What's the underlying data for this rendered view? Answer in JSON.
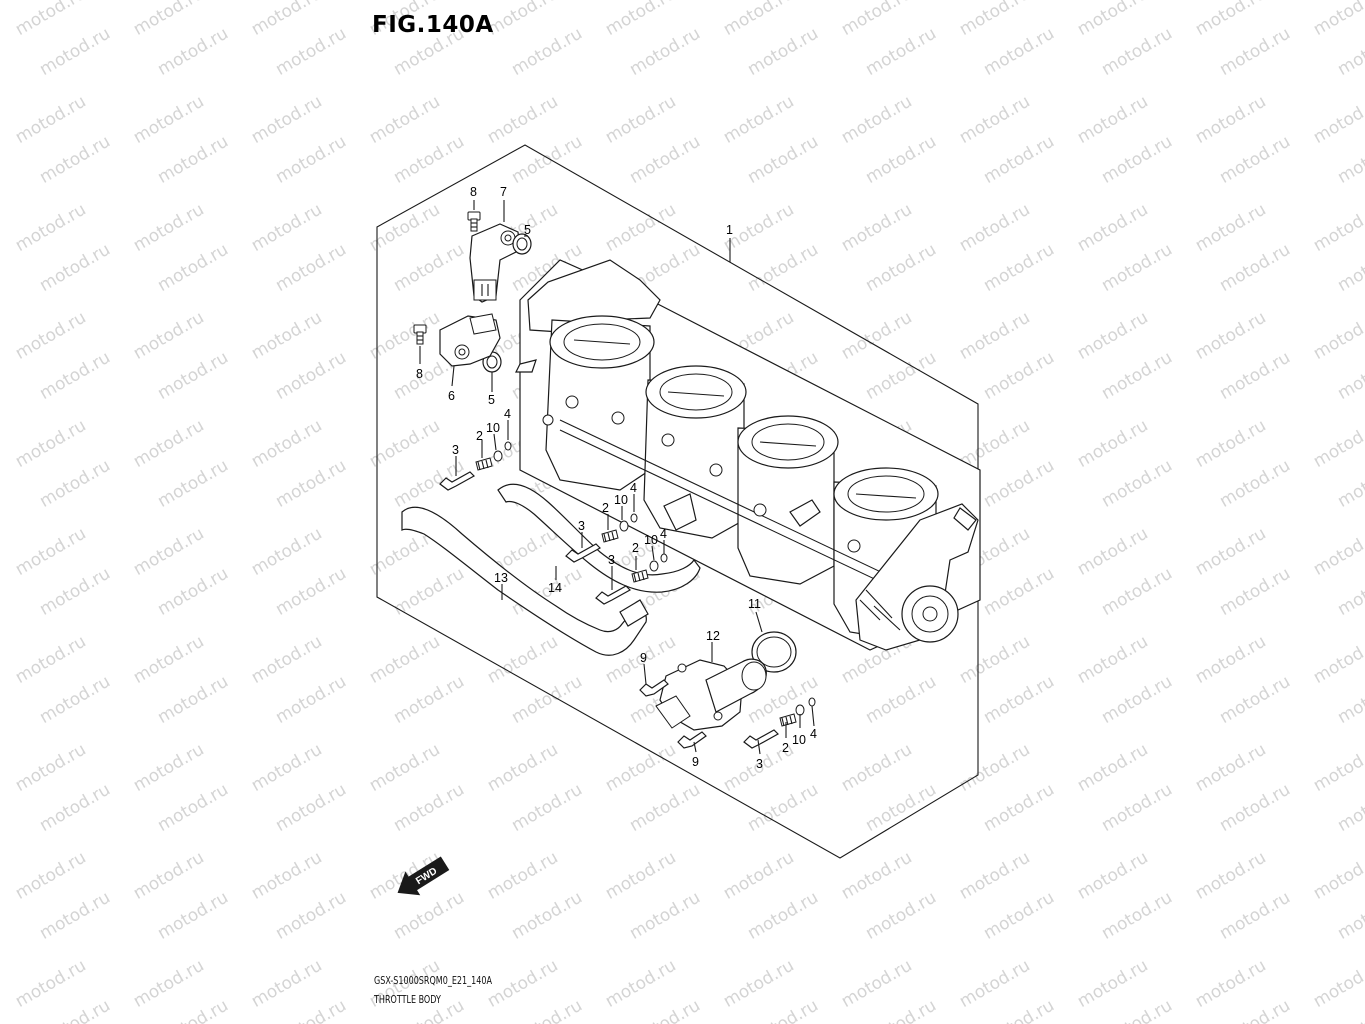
{
  "figure": {
    "title": "FIG.140A",
    "model_code": "GSX-S1000SRQM0_E21_140A",
    "section_name": "THROTTLE BODY",
    "direction_label": "FWD"
  },
  "watermark": "motod.ru",
  "callouts": [
    {
      "id": "c1",
      "label": "1"
    },
    {
      "id": "c8a",
      "label": "8"
    },
    {
      "id": "c7",
      "label": "7"
    },
    {
      "id": "c5a",
      "label": "5"
    },
    {
      "id": "c8b",
      "label": "8"
    },
    {
      "id": "c6",
      "label": "6"
    },
    {
      "id": "c5b",
      "label": "5"
    },
    {
      "id": "c4a",
      "label": "4"
    },
    {
      "id": "c10a",
      "label": "10"
    },
    {
      "id": "c2a",
      "label": "2"
    },
    {
      "id": "c3a",
      "label": "3"
    },
    {
      "id": "c4b",
      "label": "4"
    },
    {
      "id": "c10b",
      "label": "10"
    },
    {
      "id": "c2b",
      "label": "2"
    },
    {
      "id": "c3b",
      "label": "3"
    },
    {
      "id": "c4c",
      "label": "4"
    },
    {
      "id": "c10c",
      "label": "10"
    },
    {
      "id": "c2c",
      "label": "2"
    },
    {
      "id": "c3c",
      "label": "3"
    },
    {
      "id": "c13",
      "label": "13"
    },
    {
      "id": "c14",
      "label": "14"
    },
    {
      "id": "c11",
      "label": "11"
    },
    {
      "id": "c12",
      "label": "12"
    },
    {
      "id": "c9a",
      "label": "9"
    },
    {
      "id": "c9b",
      "label": "9"
    },
    {
      "id": "c3d",
      "label": "3"
    },
    {
      "id": "c2d",
      "label": "2"
    },
    {
      "id": "c10d",
      "label": "10"
    },
    {
      "id": "c4d",
      "label": "4"
    }
  ]
}
